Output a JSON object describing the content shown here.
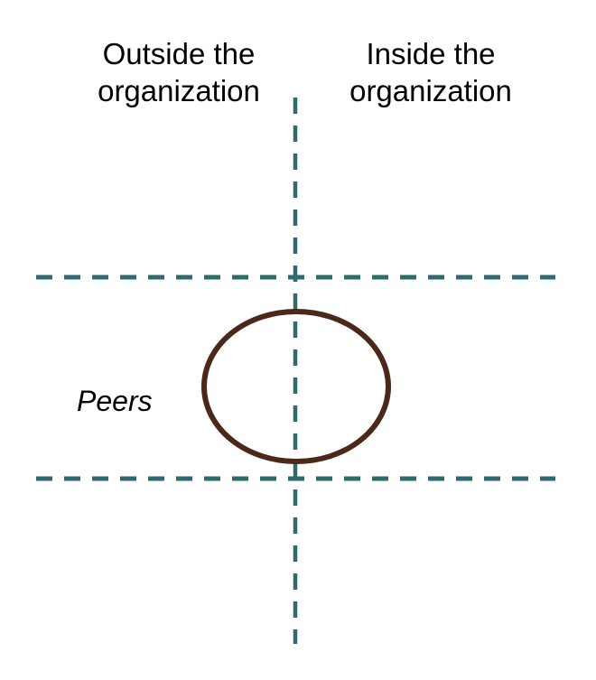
{
  "labels": {
    "outside": "Outside the organization",
    "inside": "Inside the organization",
    "peers": "Peers"
  },
  "colors": {
    "dashed_line": "#2F6B6D",
    "circle_stroke": "#4A281A",
    "text": "#000000",
    "background": "#FFFFFF"
  }
}
